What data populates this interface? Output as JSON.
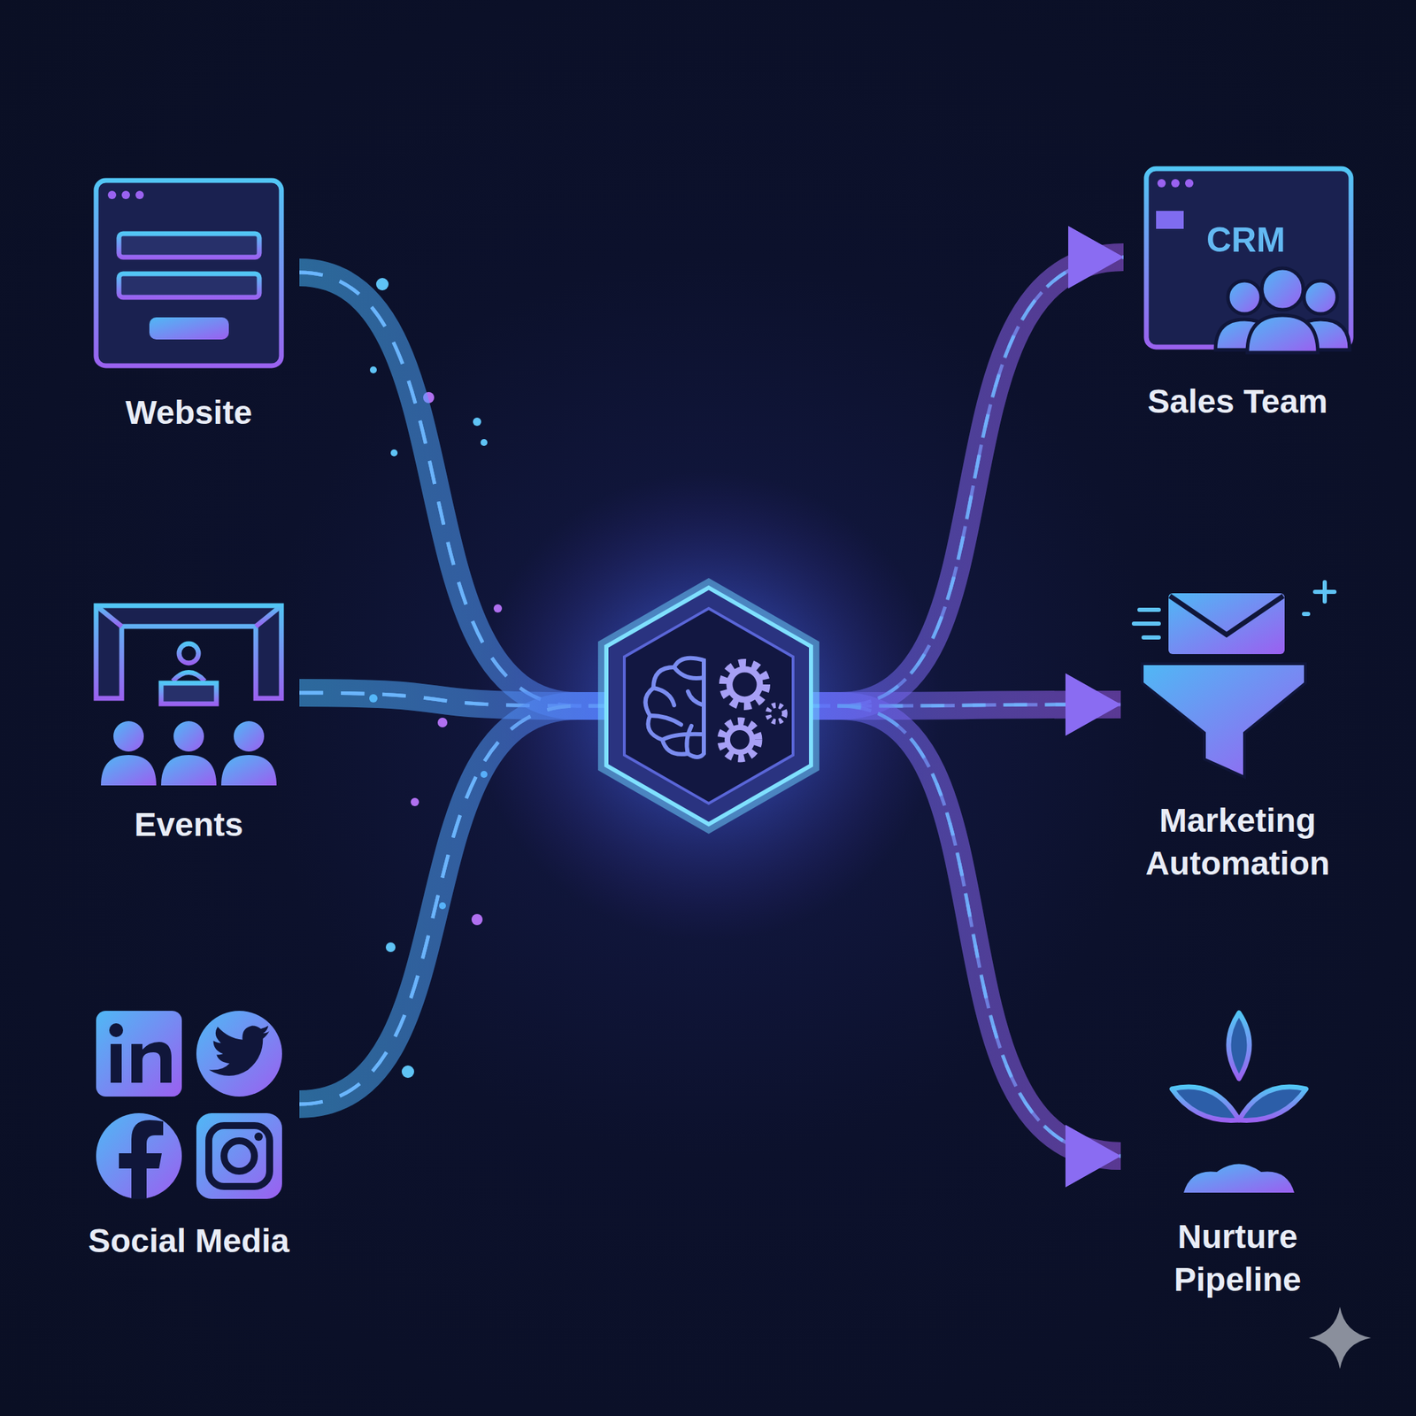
{
  "diagram": {
    "nodes": [
      {
        "text": [
          "Website"
        ]
      },
      {
        "text": [
          "Events"
        ]
      },
      {
        "text": [
          "Social Media"
        ]
      },
      {
        "text": [
          "Sales Team"
        ]
      },
      {
        "text": [
          "Marketing Automation"
        ]
      },
      {
        "text": [
          "Nurture Pipeline"
        ]
      }
    ],
    "edges": [
      {
        "from": 0,
        "to": 3,
        "arrow": "to"
      },
      {
        "from": 0,
        "to": 4,
        "arrow": "to"
      },
      {
        "from": 0,
        "to": 5,
        "arrow": "to"
      },
      {
        "from": 1,
        "to": 3,
        "arrow": "to"
      },
      {
        "from": 1,
        "to": 4,
        "arrow": "to"
      },
      {
        "from": 1,
        "to": 5,
        "arrow": "to"
      },
      {
        "from": 2,
        "to": 3,
        "arrow": "to"
      },
      {
        "from": 2,
        "to": 4,
        "arrow": "to"
      },
      {
        "from": 2,
        "to": 5,
        "arrow": "to"
      }
    ],
    "labels": [
      "CRM"
    ]
  }
}
